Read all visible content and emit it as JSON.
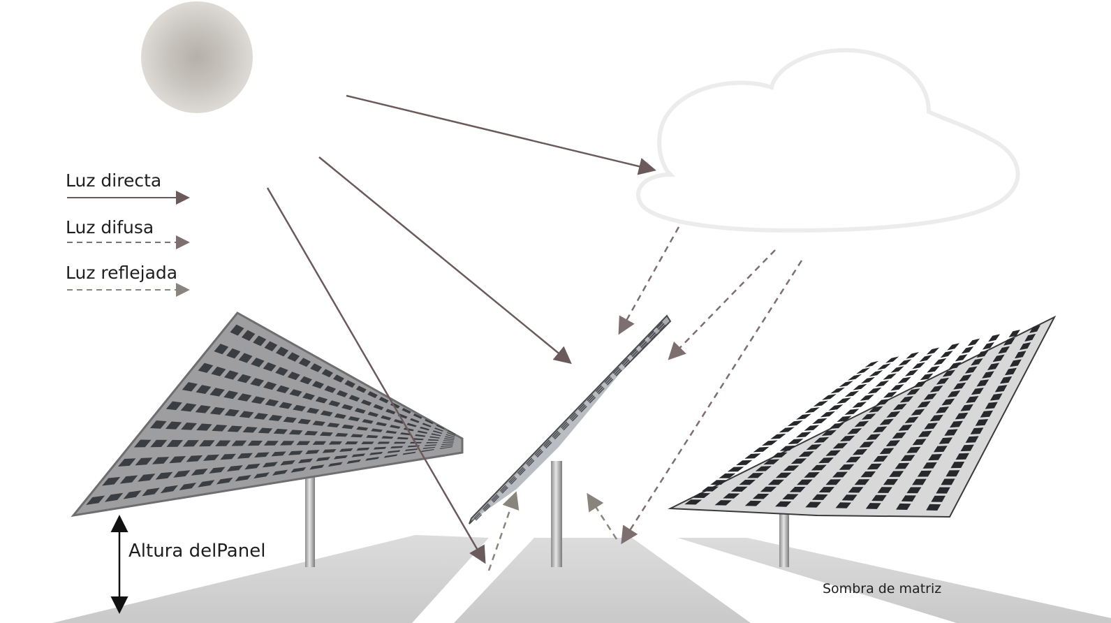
{
  "legend": {
    "direct": "Luz directa",
    "diffuse": "Luz difusa",
    "reflected": "Luz reflejada"
  },
  "labels": {
    "panel_height": "Altura delPanel",
    "array_shadow": "Sombra de matriz"
  },
  "colors": {
    "direct_arrow": "#6b5a5c",
    "diffuse_arrow": "#7d6e70",
    "reflected_arrow": "#8a857c",
    "sun": "#c2beb8",
    "cloud_outline": "#ececec",
    "panel_cell": "#2e3033",
    "ground_shadow": "#d5d5d5"
  },
  "icons": [
    "sun-icon",
    "cloud-icon",
    "solar-panel-icon",
    "height-arrow-icon"
  ]
}
